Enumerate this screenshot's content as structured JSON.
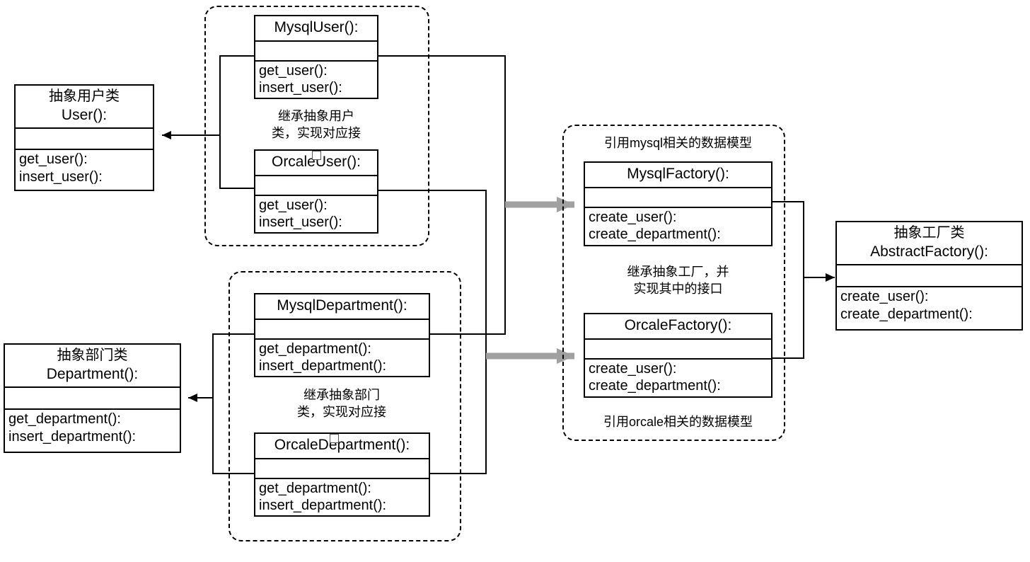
{
  "diagram": {
    "title": "Abstract Factory Pattern Class Diagram",
    "colors": {
      "stroke": "#000000",
      "background": "#ffffff",
      "gray_arrow": "#a0a0a0"
    }
  },
  "classes": {
    "user": {
      "stereotype": "抽象用户类",
      "name": "User():",
      "operations": [
        "get_user():",
        "insert_user():"
      ]
    },
    "department": {
      "stereotype": "抽象部门类",
      "name": "Department():",
      "operations": [
        "get_department():",
        "insert_department():"
      ]
    },
    "abstract_factory": {
      "stereotype": "抽象工厂类",
      "name": "AbstractFactory():",
      "operations": [
        "create_user():",
        "create_department():"
      ]
    },
    "mysql_user": {
      "name": "MysqlUser():",
      "operations": [
        "get_user():",
        "insert_user():"
      ]
    },
    "orcale_user": {
      "name": "OrcaleUser():",
      "operations": [
        "get_user():",
        "insert_user():"
      ]
    },
    "mysql_department": {
      "name": "MysqlDepartment():",
      "operations": [
        "get_department():",
        "insert_department():"
      ]
    },
    "orcale_department": {
      "name": "OrcaleDepartment():",
      "operations": [
        "get_department():",
        "insert_department():"
      ]
    },
    "mysql_factory": {
      "name": "MysqlFactory():",
      "operations": [
        "create_user():",
        "create_department():"
      ]
    },
    "orcale_factory": {
      "name": "OrcaleFactory():",
      "operations": [
        "create_user():",
        "create_department():"
      ]
    }
  },
  "notes": {
    "user_group": [
      "继承抽象用户",
      "类，实现对应接"
    ],
    "department_group": [
      "继承抽象部门",
      "类，实现对应接"
    ],
    "factory_top": "引用mysql相关的数据模型",
    "factory_middle": [
      "继承抽象工厂，并",
      "实现其中的接口"
    ],
    "factory_bottom": "引用orcale相关的数据模型"
  }
}
